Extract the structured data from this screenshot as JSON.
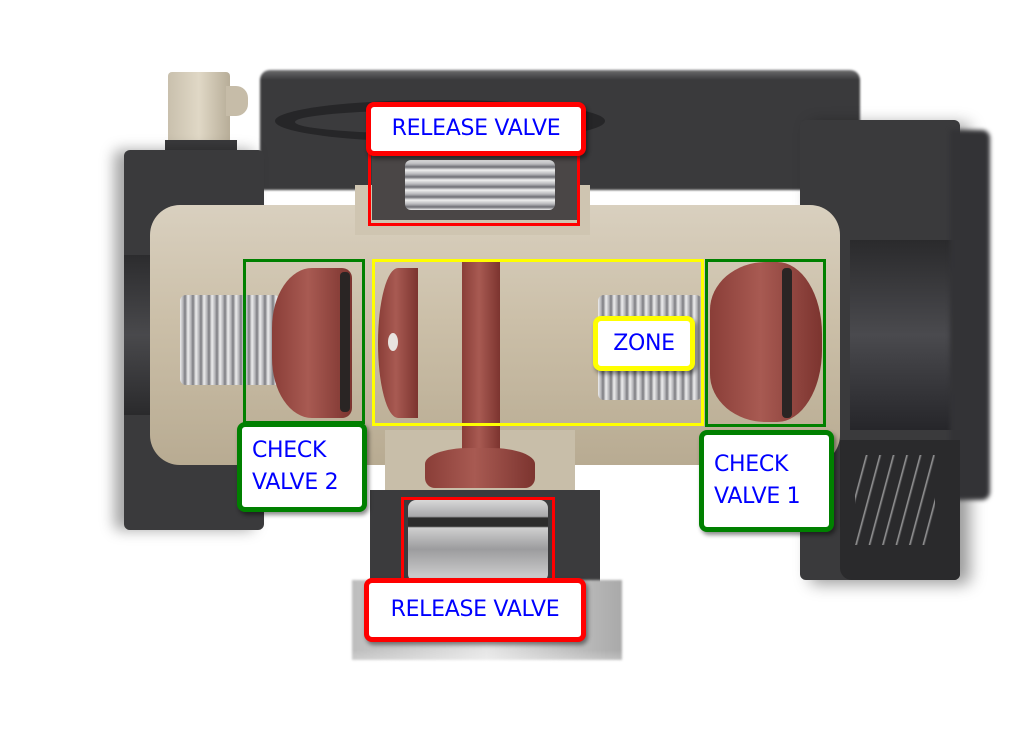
{
  "diagram": {
    "subject": "Backflow preventer valve cutaway",
    "colors": {
      "release_valve_frame": "#ff0000",
      "check_valve_frame": "#008000",
      "zone_frame": "#ffff00",
      "label_text": "#0000ff",
      "label_background": "#ffffff"
    },
    "labels": {
      "release_valve_top": "RELEASE VALVE",
      "release_valve_bottom": "RELEASE VALVE",
      "check_valve_2": {
        "line1": "CHECK",
        "line2": "VALVE 2"
      },
      "check_valve_1": {
        "line1": "CHECK",
        "line2": "VALVE 1"
      },
      "zone": "ZONE"
    }
  }
}
